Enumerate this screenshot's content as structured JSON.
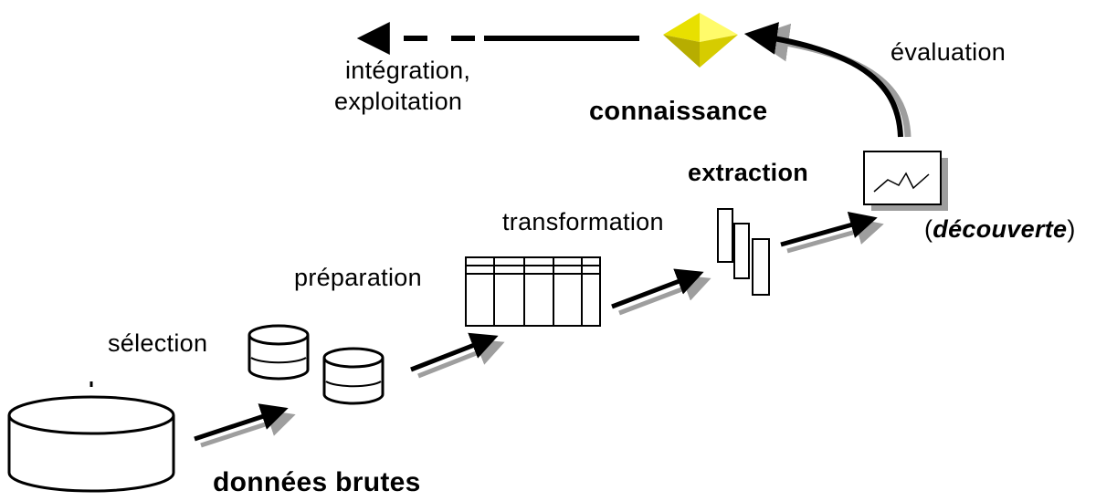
{
  "labels": {
    "raw_data": "données brutes",
    "selection": "sélection",
    "preparation": "préparation",
    "transformation": "transformation",
    "extraction": "extraction",
    "discovery_open": "(",
    "discovery": "découverte",
    "discovery_close": ")",
    "evaluation": "évaluation",
    "knowledge": "connaissance",
    "integration_line1": "intégration,",
    "integration_line2": "exploitation"
  },
  "colors": {
    "ink": "#000000",
    "shadow": "#9e9e9e",
    "gem": "#e8e000",
    "gem_dark": "#b7ad00",
    "gem_light": "#fffb6a"
  }
}
